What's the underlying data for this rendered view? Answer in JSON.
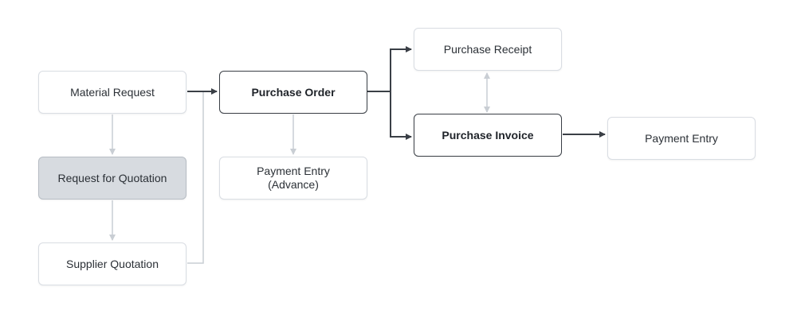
{
  "nodes": {
    "material_request": "Material Request",
    "request_for_quotation": "Request for Quotation",
    "supplier_quotation": "Supplier Quotation",
    "purchase_order": "Purchase Order",
    "payment_entry_advance": "Payment Entry\n(Advance)",
    "purchase_receipt": "Purchase Receipt",
    "purchase_invoice": "Purchase Invoice",
    "payment_entry": "Payment Entry"
  },
  "colors": {
    "primary_line": "#3a3f46",
    "secondary_line": "#c9ced4",
    "selected_fill": "#d7dbe0"
  }
}
